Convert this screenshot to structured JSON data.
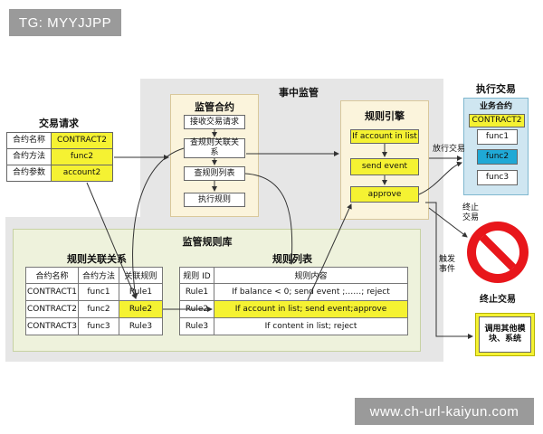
{
  "watermark_top": "TG: MYYJJPP",
  "watermark_bottom": "www.ch-url-kaiyun.com",
  "event_monitor": {
    "title": "事中监管"
  },
  "trade_request": {
    "title": "交易请求",
    "rows": [
      {
        "key": "合约名称",
        "value": "CONTRACT2"
      },
      {
        "key": "合约方法",
        "value": "func2"
      },
      {
        "key": "合约参数",
        "value": "account2"
      }
    ]
  },
  "supervision_contract": {
    "title": "监管合约",
    "steps": [
      "接收交易请求",
      "查规则关联关系",
      "查规则列表",
      "执行规则"
    ]
  },
  "rule_engine": {
    "title": "规则引擎",
    "steps": [
      "If account in list",
      "send event",
      "approve"
    ]
  },
  "execute_trade": {
    "title": "执行交易",
    "business_contract": "业务合约",
    "contract_name": "CONTRACT2",
    "funcs": [
      "func1",
      "func2",
      "func3"
    ]
  },
  "labels": {
    "release_trade": "放行交易",
    "terminate_trade_small": "终止交易",
    "trigger_event": "触发事件",
    "terminate_trade": "终止交易"
  },
  "call_other": "调用其他模块、系统",
  "rule_library": {
    "title": "监管规则库",
    "relation": {
      "title": "规则关联关系",
      "headers": [
        "合约名称",
        "合约方法",
        "关联规则"
      ],
      "rows": [
        [
          "CONTRACT1",
          "func1",
          "Rule1"
        ],
        [
          "CONTRACT2",
          "func2",
          "Rule2"
        ],
        [
          "CONTRACT3",
          "func3",
          "Rule3"
        ]
      ]
    },
    "rule_list": {
      "title": "规则列表",
      "headers": [
        "规则 ID",
        "规则内容"
      ],
      "rows": [
        [
          "Rule1",
          "If balance < 0; send event ;……; reject"
        ],
        [
          "Rule2",
          "If account in list; send event;approve"
        ],
        [
          "Rule3",
          "If content in list; reject"
        ]
      ]
    }
  },
  "colors": {
    "highlight": "#f5f232",
    "func_selected": "#1fa9d6",
    "stop_red": "#e8161b"
  }
}
